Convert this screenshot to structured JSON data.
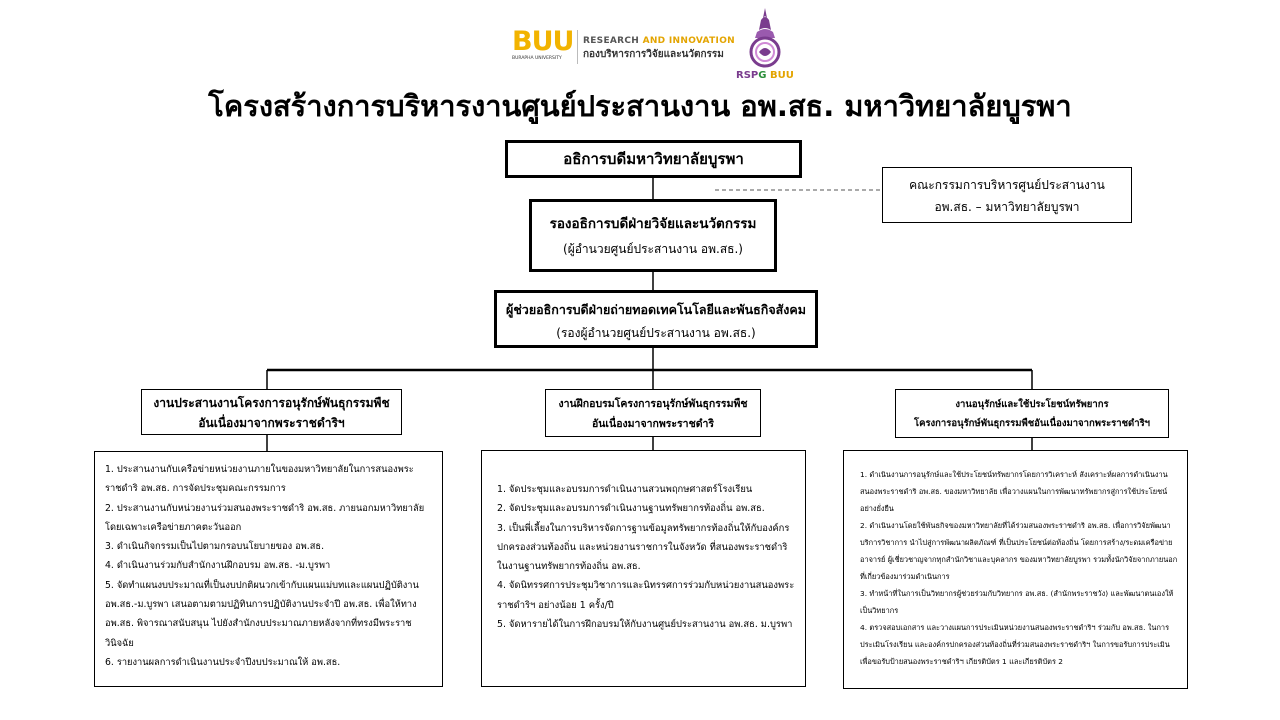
{
  "header": {
    "buu_letters": "BUU",
    "buu_subtitle": "BURAPHA UNIVERSITY",
    "ri_research": "RESEARCH",
    "ri_and_innovation": "AND INNOVATION",
    "ri_thai": "กองบริหารการวิจัยและนวัตกรรม",
    "rspg_r": "R",
    "rspg_s": "S",
    "rspg_p": "P",
    "rspg_g": "G",
    "rspg_buu": "BUU",
    "title": "โครงสร้างการบริหารงานศูนย์ประสานงาน อพ.สธ. มหาวิทยาลัยบูรพา"
  },
  "org": {
    "president": "อธิการบดีมหาวิทยาลัยบูรพา",
    "vice_president": {
      "title": "รองอธิการบดีฝ่ายวิจัยและนวัตกรรม",
      "role": "(ผู้อำนวยศูนย์ประสานงาน อพ.สธ.)"
    },
    "assistant": {
      "title": "ผู้ช่วยอธิการบดีฝ่ายถ่ายทอดเทคโนโลยีและพันธกิจสังคม",
      "role": "(รองผู้อำนวยศูนย์ประสานงาน อพ.สธ.)"
    },
    "committee": {
      "line1": "คณะกรรมการบริหารศูนย์ประสานงาน",
      "line2": "อพ.สธ.  – มหาวิทยาลัยบูรพา"
    },
    "divisions": [
      {
        "title_line1": "งานประสานงานโครงการอนุรักษ์พันธุกรรมพืช",
        "title_line2": "อันเนื่องมาจากพระราชดำริฯ",
        "duties": [
          "1. ประสานงานกับเครือข่ายหน่วยงานภายในของมหาวิทยาลัยในการสนองพระราชดำริ อพ.สธ. การจัดประชุมคณะกรรมการ",
          "2. ประสานงานกับหน่วยงานร่วมสนองพระราชดำริ อพ.สธ. ภายนอกมหาวิทยาลัย โดยเฉพาะเครือข่ายภาคตะวันออก",
          "3. ดำเนินกิจกรรมเป็นไปตามกรอบนโยบายของ อพ.สธ.",
          "4. ดำเนินงานร่วมกับสำนักงานฝึกอบรม อพ.สธ. -ม.บูรพา",
          "5. จัดทำแผนงบประมาณที่เป็นงบปกติผนวกเข้ากับแผนแม่บทและแผนปฏิบัติงาน อพ.สธ.-ม.บูรพา เสนอตามตามปฏิทินการปฏิบัติงานประจำปี อพ.สธ. เพื่อให้ทาง อพ.สธ. พิจารณาสนับสนุน ไปยังสำนักงบประมาณภายหลังจากที่ทรงมีพระราชวินิจฉัย",
          "6. รายงานผลการดำเนินงานประจำปีงบประมาณให้ อพ.สธ."
        ]
      },
      {
        "title_line1": "งานฝึกอบรมโครงการอนุรักษ์พันธุกรรมพืช",
        "title_line2": "อันเนื่องมาจากพระราชดำริ",
        "duties": [
          "1. จัดประชุมและอบรมการดำเนินงานสวนพฤกษศาสตร์โรงเรียน",
          "2. จัดประชุมและอบรมการดำเนินงานฐานทรัพยากรท้องถิ่น อพ.สธ.",
          "3. เป็นพี่เลี้ยงในการบริหารจัดการฐานข้อมูลทรัพยากรท้องถิ่นให้กับองค์กรปกครองส่วนท้องถิ่น และหน่วยงานราชการในจังหวัด ที่สนองพระราชดำริในงานฐานทรัพยากรท้องถิ่น อพ.สธ.",
          "4. จัดนิทรรศการประชุมวิชาการและนิทรรศการร่วมกับหน่วยงานสนองพระราชดำริฯ อย่างน้อย 1 ครั้ง/ปี",
          "5. จัดหารายได้ในการฝึกอบรมให้กับงานศูนย์ประสานงาน อพ.สธ. ม.บูรพา"
        ]
      },
      {
        "title_line1": "งานอนุรักษ์และใช้ประโยชน์ทรัพยากร",
        "title_line2": "โครงการอนุรักษ์พันธุกรรมพืชอันเนื่องมาจากพระราชดำริฯ",
        "duties": [
          "1. ดำเนินงานการอนุรักษ์และใช้ประโยชน์ทรัพยากรโดยการวิเคราะห์ สังเคราะห์ผลการดำเนินงานสนองพระราชดำริ อพ.สธ. ของมหาวิทยาลัย เพื่อวางแผนในการพัฒนาทรัพยากรสู่การใช้ประโยชน์อย่างยั่งยืน",
          "2. ดำเนินงานโดยใช้พันธกิจของมหาวิทยาลัยที่ได้ร่วมสนองพระราชดำริ อพ.สธ. เพื่อการวิจัยพัฒนา บริการวิชาการ นำไปสู่การพัฒนาผลิตภัณฑ์ ที่เป็นประโยชน์ต่อท้องถิ่น โดยการสร้าง/ระดมเครือข่ายอาจารย์ ผู้เชี่ยวชาญจากทุกสำนักวิชาและบุคลากร ของมหาวิทยาลัยบูรพา รวมทั้งนักวิจัยจากภายนอกที่เกี่ยวข้องมาร่วมดำเนินการ",
          "3. ทำหน้าที่ในการเป็นวิทยากรผู้ช่วยร่วมกับวิทยากร อพ.สธ. (สำนักพระราชวัง) และพัฒนาตนเองให้เป็นวิทยากร",
          "4. ตรวจสอบเอกสาร และวางแผนการประเมินหน่วยงานสนองพระราชดำริฯ ร่วมกับ อพ.สธ. ในการประเมินโรงเรียน และองค์กรปกครองส่วนท้องถิ่นที่ร่วมสนองพระราชดำริฯ ในการขอรับการประเมิน เพื่อขอรับป้ายสนองพระราชดำริฯ เกียรติบัตร 1 และเกียรติบัตร 2"
        ]
      }
    ]
  },
  "colors": {
    "buu_gold": "#f2b300",
    "buu_grey": "#7a7a7a",
    "rspg_purple": "#7a3c8e",
    "rspg_green": "#2b8f3a"
  },
  "icons": [
    "buu-logo-icon",
    "rspg-emblem-icon"
  ]
}
